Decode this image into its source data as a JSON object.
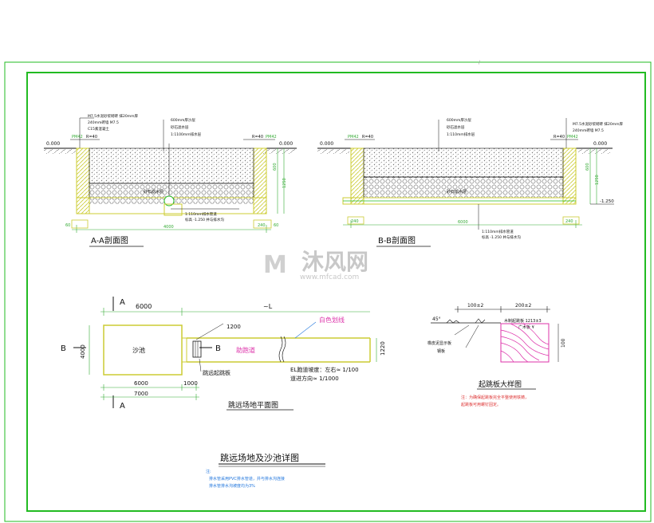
{
  "colors": {
    "frame": "#22bb22",
    "ink": "#111111",
    "dim": "#33aa33",
    "yellow": "#cccc33",
    "note": "#2277dd",
    "warn": "#dd3333",
    "wood": "#dd33aa",
    "gravel": "#888888",
    "watermark": "#c8c8c8"
  },
  "sections": {
    "aa": {
      "title": "A-A剖面图",
      "level_left": "0.000",
      "level_right": "0.000",
      "callouts": [
        "M7.5水泥砂浆砌砖 抹20mm厚",
        "240mm砖墙 M7.5",
        "C15素混凝土"
      ],
      "layers": [
        "600mm厚沙层",
        "砂石滤水层",
        "1:1100mm排水层"
      ],
      "pipe_note1": "1:110mm排水管道",
      "pipe_note2": "标高 -1.250 并与排水沟",
      "dim_width": "4000",
      "dim_small_left": "60",
      "dim_small_240": "240",
      "dim_small_right": "60",
      "dim_depth1": "600",
      "dim_depth2": "1250",
      "tag": "PM42",
      "tag2": "R=40"
    },
    "bb": {
      "title": "B-B剖面图",
      "level_left": "0.000",
      "level_right": "0.000",
      "callouts": [
        "M7.5水泥砂浆砌砖 抹20mm厚",
        "240mm砖墙 M7.5"
      ],
      "layers": [
        "600mm厚沙层",
        "砂石滤水层",
        "1:110mm排水层"
      ],
      "pipe_note1": "1:110mm排水管道",
      "pipe_note2": "标高 -1.250 并与排水沟",
      "dim_width": "6000",
      "dim_small_240": "240",
      "dim_depth1": "600",
      "dim_depth2": "1250",
      "level_pipe": "-1.250",
      "tag": "PM42",
      "tag2": "R=40"
    }
  },
  "plan": {
    "title": "跳远场地平面图",
    "marker_a": "A",
    "marker_b": "B",
    "pit_label": "沙池",
    "runway_label": "助跑道",
    "line_label": "白色划线",
    "board_dim": "1200",
    "board_label": "跳远起跳板",
    "dim_top": "6000",
    "dim_L": "~L",
    "dim_height": "4000",
    "dim_runway_width": "1220",
    "dim_bottom1": "6000",
    "dim_bottom2": "1000",
    "dim_bottom_total": "7000",
    "slope1": "EL跑道坡度：左右≈ 1/100",
    "slope2": "道进方向≈ 1/1000"
  },
  "board_detail": {
    "title": "起跳板大样图",
    "dim_left": "100±2",
    "dim_right": "200±2",
    "angle": "45°",
    "wood_note": "木制起跳板 1213±3",
    "wood_note2": "广木板 ¥",
    "label1": "橡皮泥显示板",
    "label2": "钢板",
    "height": "100",
    "warn1": "注：为确保起跳板完全平整使用铁铸，",
    "warn2": "起跳板可用螺钉固定。"
  },
  "main_title": "跳远场地及沙池详图",
  "notes": {
    "head": "注:",
    "line1": "排水管采用PVC排水管道，并与排水沟连接",
    "line2": "排水管排水沟坡度均为3%"
  },
  "watermark": {
    "cn": "沐风网",
    "en": "www.mfcad.com"
  }
}
